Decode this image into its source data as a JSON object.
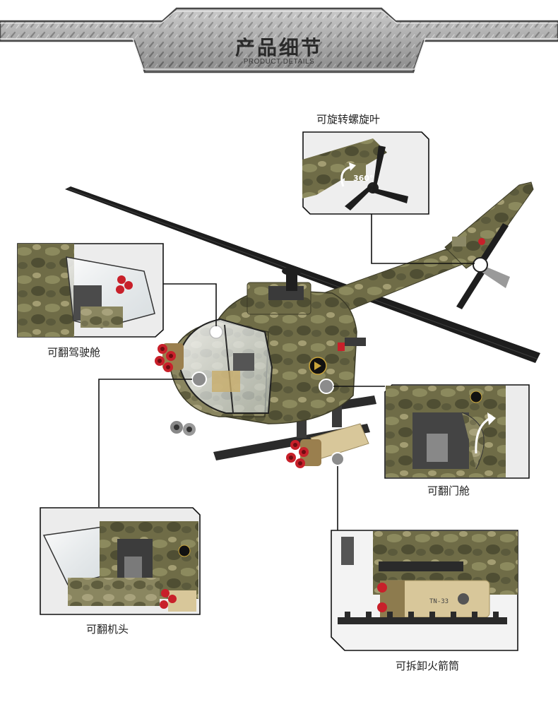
{
  "header": {
    "title": "产品细节",
    "subtitle": "PRODUCT DETAILS"
  },
  "callouts": [
    {
      "label": "可旋转螺旋叶",
      "badge": "360°"
    },
    {
      "label": "可翻驾驶舱"
    },
    {
      "label": "可翻门舱"
    },
    {
      "label": "可翻机头"
    },
    {
      "label": "可拆卸火箭筒",
      "stamp": "TN-33"
    }
  ],
  "colors": {
    "camo_dark": "#5b5a3a",
    "camo_mid": "#7d7a52",
    "camo_light": "#a9a27a",
    "accent_red": "#c8202a",
    "leader_line": "#111111"
  }
}
